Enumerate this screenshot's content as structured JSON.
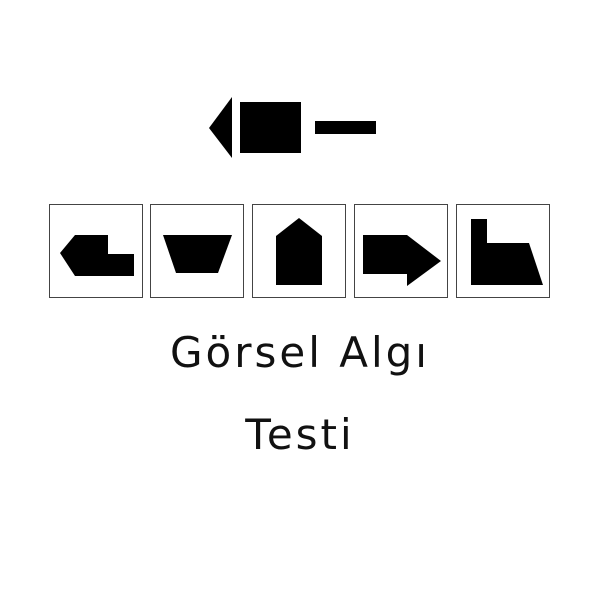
{
  "title": {
    "line1": "Görsel Algı",
    "line2": "Testi"
  },
  "colors": {
    "shape_fill": "#000000",
    "box_border": "#444444",
    "background": "#ffffff",
    "text": "#111111"
  },
  "stimulus": {
    "icon": "arrow-left-block-dash-figure"
  },
  "options": [
    {
      "index": 1,
      "icon": "left-pointing-notched-block-shape"
    },
    {
      "index": 2,
      "icon": "inverted-trapezoid-shape"
    },
    {
      "index": 3,
      "icon": "house-pentagon-shape"
    },
    {
      "index": 4,
      "icon": "right-arrow-block-shape"
    },
    {
      "index": 5,
      "icon": "stepped-slanted-block-shape"
    }
  ]
}
